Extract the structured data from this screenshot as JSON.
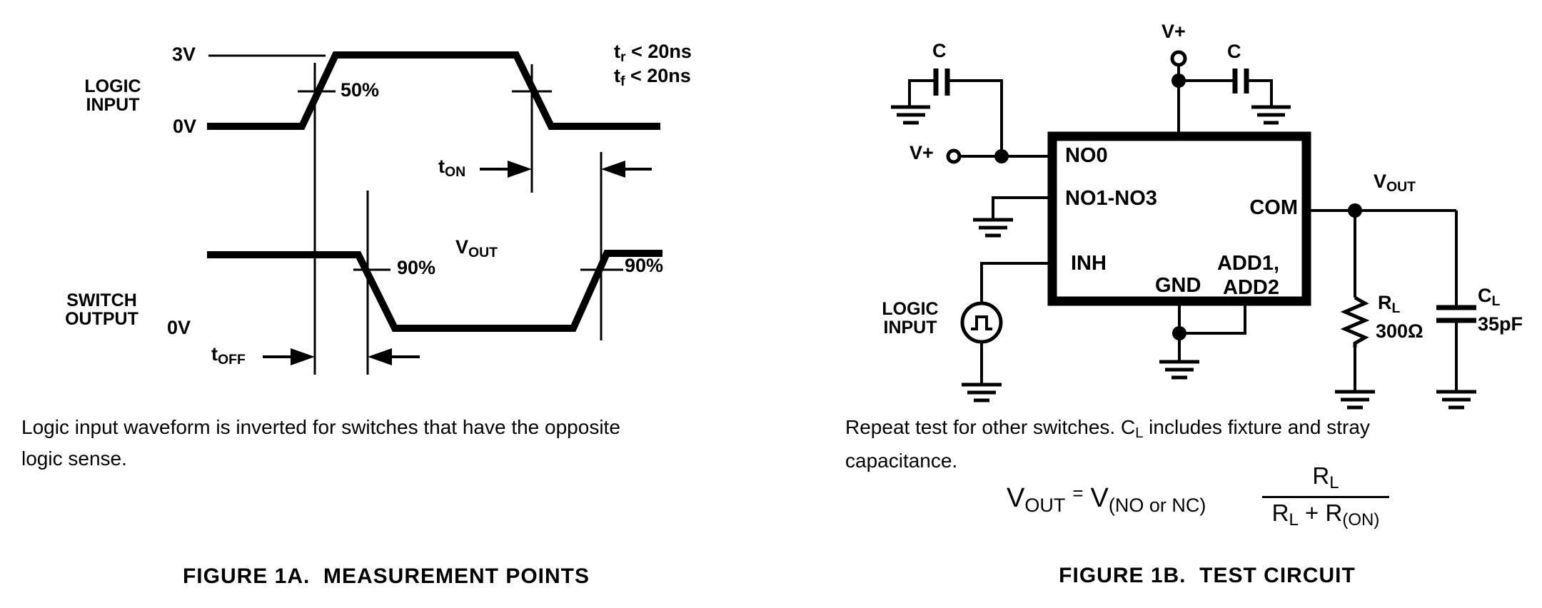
{
  "colors": {
    "ink": "#000000",
    "background": "#ffffff"
  },
  "fig1a": {
    "caption": "FIGURE 1A.  MEASUREMENT POINTS",
    "note_line1": "Logic input waveform is inverted for switches that have the opposite",
    "note_line2": "logic sense.",
    "labels": {
      "v3": "3V",
      "v0": "0V",
      "logic1": "LOGIC",
      "logic2": "INPUT",
      "switch1": "SWITCH",
      "switch2": "OUTPUT",
      "pct50": "50%",
      "pct90": "90%",
      "tr_base": "t",
      "tr_sub": "r",
      "tr_cond": " < 20ns",
      "tf_base": "t",
      "tf_sub": "f",
      "tf_cond": " < 20ns",
      "ton_base": "t",
      "ton_sub": "ON",
      "toff_base": "t",
      "toff_sub": "OFF",
      "vout_base": "V",
      "vout_sub": "OUT"
    }
  },
  "fig1b": {
    "caption": "FIGURE 1B.  TEST CIRCUIT",
    "note1_pre": "Repeat test for other switches. C",
    "note1_sub": "L",
    "note1_post": " includes fixture and stray",
    "note_line2": "capacitance.",
    "chip": {
      "no0": "NO0",
      "no1no3": "NO1-NO3",
      "inh": "INH",
      "com": "COM",
      "gnd": "GND",
      "add1": "ADD1,",
      "add2": "ADD2"
    },
    "labels": {
      "vplus": "V+",
      "cap": "C",
      "logic1": "LOGIC",
      "logic2": "INPUT",
      "vout_base": "V",
      "vout_sub": "OUT",
      "rl_base": "R",
      "rl_sub": "L",
      "rl_value": "300Ω",
      "cl_base": "C",
      "cl_sub": "L",
      "cl_value": "35pF"
    },
    "formula": {
      "lhs_base": "V",
      "lhs_sub": "OUT",
      "eq": "=",
      "rhs_base": "V",
      "rhs_sub": "(NO or NC)",
      "num_base": "R",
      "num_sub": "L",
      "den_r1": "R",
      "den_r1_sub": "L",
      "den_plus": " + ",
      "den_r2": "R",
      "den_r2_sub": "(ON)"
    }
  }
}
